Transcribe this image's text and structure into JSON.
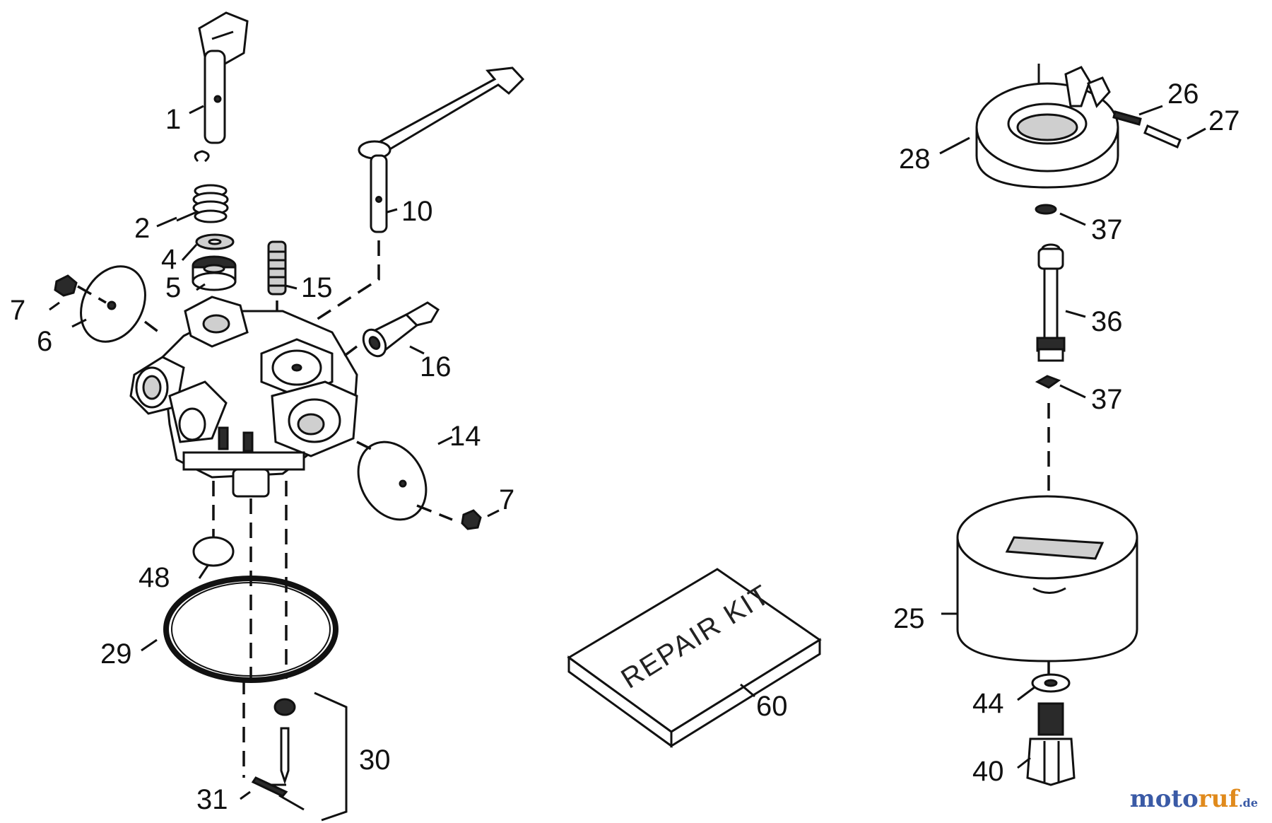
{
  "callouts": {
    "c1": "1",
    "c2": "2",
    "c4": "4",
    "c5": "5",
    "c6": "6",
    "c7a": "7",
    "c7b": "7",
    "c10": "10",
    "c14": "14",
    "c15": "15",
    "c16": "16",
    "c25": "25",
    "c26": "26",
    "c27": "27",
    "c28": "28",
    "c29": "29",
    "c30": "30",
    "c31": "31",
    "c36": "36",
    "c37a": "37",
    "c37b": "37",
    "c40": "40",
    "c44": "44",
    "c48": "48",
    "c60": "60"
  },
  "repair_kit": {
    "label": "REPAIR KIT"
  },
  "watermark": {
    "part1": "moto",
    "part2": "ruf",
    "suffix": ".de"
  }
}
